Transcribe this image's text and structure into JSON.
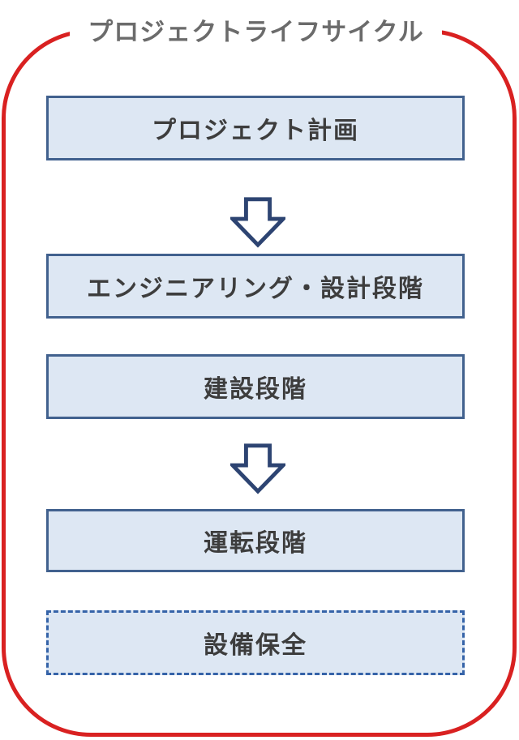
{
  "title": "プロジェクトライフサイクル",
  "colors": {
    "frame": "#d92121",
    "boxFill": "#dde7f3",
    "boxBorder": "#41618e",
    "dashedBorder": "#3563a8",
    "arrow": "#2d4472",
    "boxText": "#3d3d3d",
    "titleText": "#6b6b6b"
  },
  "flow": {
    "boxes": [
      {
        "label": "プロジェクト計画",
        "border_style": "solid"
      },
      {
        "label": "エンジニアリング・設計段階",
        "border_style": "solid"
      },
      {
        "label": "建設段階",
        "border_style": "solid"
      },
      {
        "label": "運転段階",
        "border_style": "solid"
      },
      {
        "label": "設備保全",
        "border_style": "dashed"
      }
    ],
    "arrows": [
      {
        "from": 0,
        "to": 1,
        "icon": "down-arrow-icon"
      },
      {
        "from": 2,
        "to": 3,
        "icon": "down-arrow-icon"
      }
    ]
  }
}
